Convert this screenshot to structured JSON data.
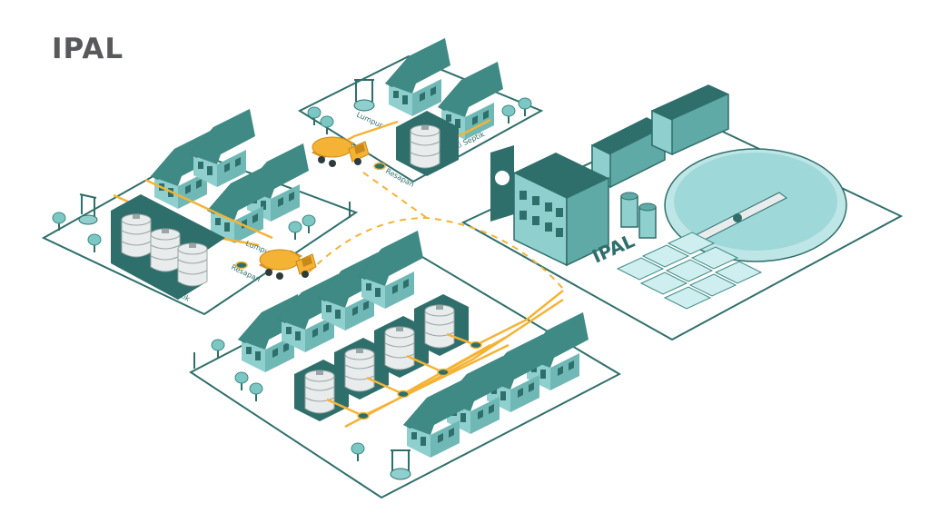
{
  "title": "IPAL",
  "labels": {
    "tangki_septik_left": "Tangki Septik",
    "tangki_septik_top": "Tangki Septik",
    "lumpur_left": "Lumpur",
    "lumpur_top": "Lumpur",
    "resapan_left": "Resapan",
    "resapan_top": "Resapan",
    "ipal_plant": "IPAL"
  },
  "colors": {
    "dark_teal": "#2f6f6b",
    "light_teal": "#8fd0cf",
    "pipe_orange": "#f5b335",
    "title_gray": "#58595b"
  }
}
